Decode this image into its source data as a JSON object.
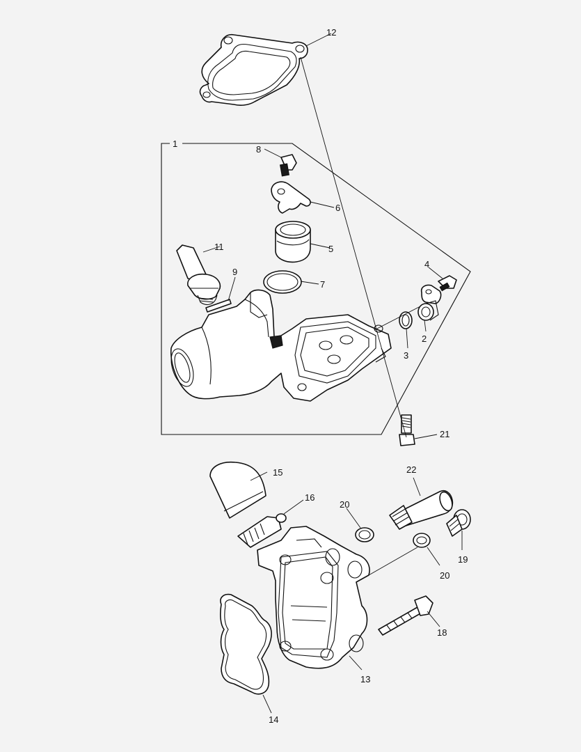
{
  "diagram": {
    "background": "#f3f3f3",
    "line_color": "#111111",
    "callouts": {
      "c1": "1",
      "c2": "2",
      "c3": "3",
      "c4": "4",
      "c5": "5",
      "c6": "6",
      "c7": "7",
      "c8": "8",
      "c9": "9",
      "c11": "11",
      "c12": "12",
      "c13": "13",
      "c14": "14",
      "c15": "15",
      "c16": "16",
      "c18": "18",
      "c19": "19",
      "c20a": "20",
      "c20b": "20",
      "c21": "21",
      "c22": "22"
    }
  }
}
